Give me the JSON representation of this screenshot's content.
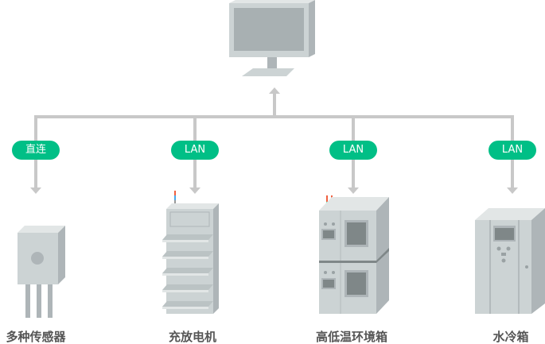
{
  "colors": {
    "accent": "#00bf86",
    "line": "#c8c8c8",
    "device": "#ccd3d4"
  },
  "host": {
    "icon": "monitor-icon"
  },
  "devices": [
    {
      "connection": "直连",
      "label": "多种传感器",
      "icon": "sensor-icon"
    },
    {
      "connection": "LAN",
      "label": "充放电机",
      "icon": "charger-rack-icon"
    },
    {
      "connection": "LAN",
      "label": "高低温环境箱",
      "icon": "climate-chamber-icon"
    },
    {
      "connection": "LAN",
      "label": "水冷箱",
      "icon": "water-cooler-icon"
    }
  ]
}
